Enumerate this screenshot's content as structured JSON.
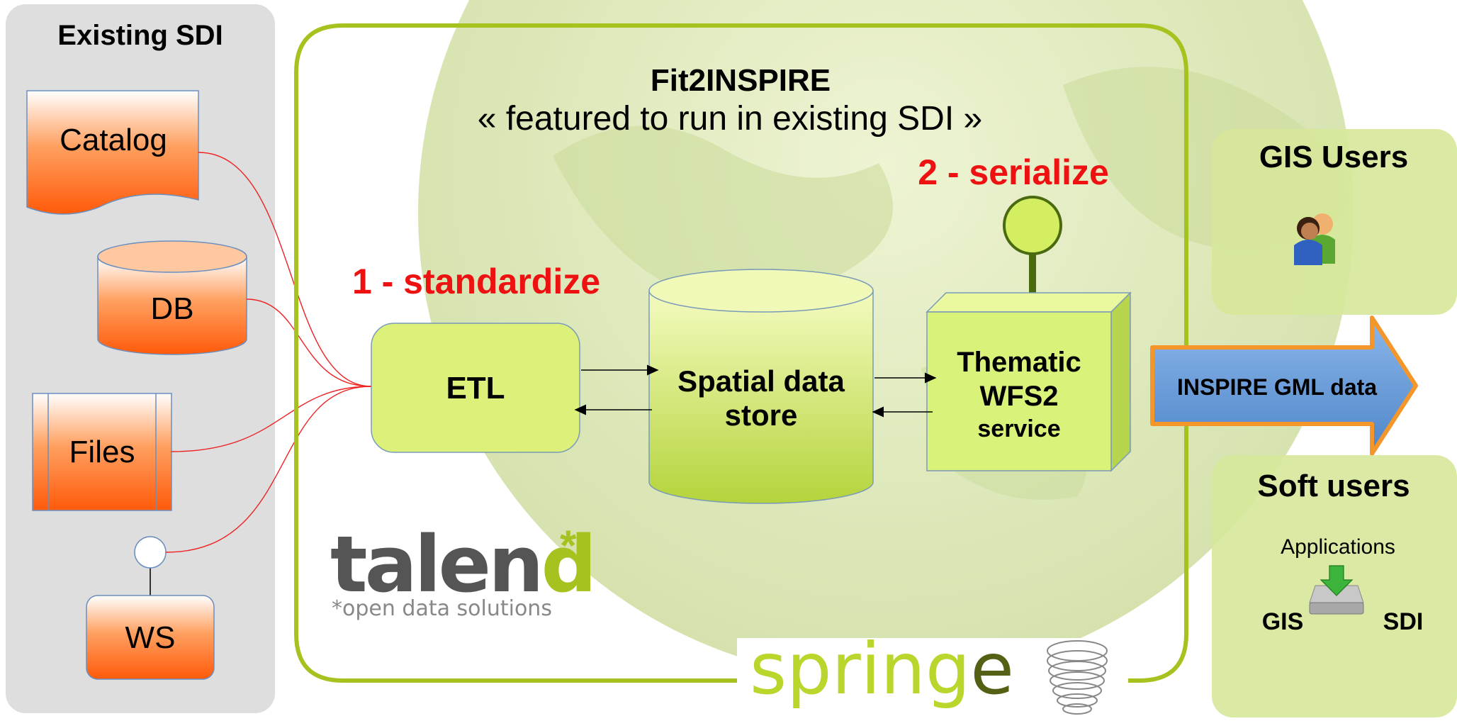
{
  "existing_sdi": {
    "title": "Existing SDI",
    "sources": {
      "catalog": "Catalog",
      "db": "DB",
      "files": "Files",
      "ws": "WS"
    }
  },
  "fit2inspire": {
    "title": "Fit2INSPIRE",
    "subtitle": "« featured to run in existing SDI »",
    "step1": "1 - standardize",
    "step2": "2 - serialize",
    "etl": "ETL",
    "store_line1": "Spatial data",
    "store_line2": "store",
    "wfs_line1": "Thematic",
    "wfs_line2": "WFS2",
    "wfs_line3": "service"
  },
  "output_arrow": "INSPIRE GML data",
  "gis_users": {
    "title": "GIS Users",
    "icon": "users-icon"
  },
  "soft_users": {
    "title": "Soft users",
    "applications": "Applications",
    "gis": "GIS",
    "sdi": "SDI",
    "icon": "download-drive-icon"
  },
  "logos": {
    "talend_a": "talen",
    "talend_b": "d",
    "talend_star": "*",
    "talend_tagline": "*open data solutions",
    "springeo_a": "spring",
    "springeo_b": "e"
  },
  "colors": {
    "highlight_red": "#ee1111",
    "frame_green": "#a6c21e",
    "source_orange": "#ff6010",
    "arrow_blue": "#5b8fd0",
    "arrow_border": "#f4962a"
  }
}
